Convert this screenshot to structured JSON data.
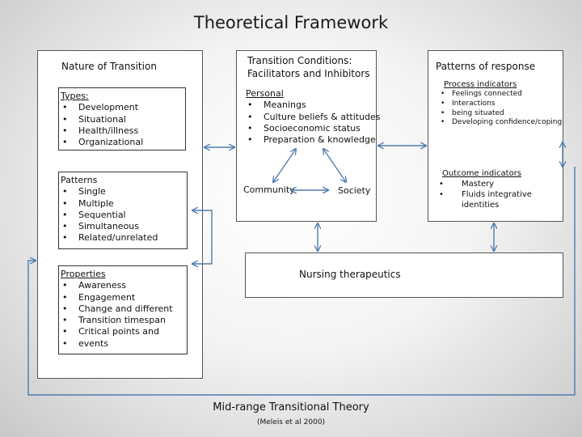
{
  "title": "Theoretical Framework",
  "nature": {
    "header": "Nature of Transition",
    "types": {
      "heading": "Types:",
      "items": [
        "Development",
        "Situational",
        "Health/illness",
        "Organizational"
      ]
    },
    "patterns": {
      "heading": "Patterns",
      "items": [
        "Single",
        "Multiple",
        "Sequential",
        "Simultaneous",
        "Related/unrelated"
      ]
    },
    "properties": {
      "heading": "Properties",
      "items": [
        "Awareness",
        "Engagement",
        "Change and different",
        "Transition timespan",
        "Critical points and",
        "events"
      ]
    }
  },
  "conditions": {
    "header_line1": "Transition Conditions:",
    "header_line2": "Facilitators and Inhibitors",
    "personal": {
      "heading": "Personal",
      "items": [
        "Meanings",
        "Culture beliefs & attitudes",
        "Socioeconomic status",
        "Preparation & knowledge"
      ]
    },
    "community": "Community",
    "society": "Society"
  },
  "response": {
    "header": "Patterns of response",
    "process": {
      "heading": "Process indicators",
      "items": [
        "Feelings connected",
        "Interactions",
        "being situated",
        "Developing confidence/coping"
      ]
    },
    "outcome": {
      "heading": "Outcome indicators",
      "items": [
        "Mastery",
        "Fluids integrative",
        "identities"
      ]
    }
  },
  "therapeutics": "Nursing therapeutics",
  "footer": {
    "title": "Mid-range Transitional Theory",
    "citation": "(Meleis et al 2000)"
  },
  "colors": {
    "arrow": "#4f7cae",
    "border": "#555555"
  }
}
